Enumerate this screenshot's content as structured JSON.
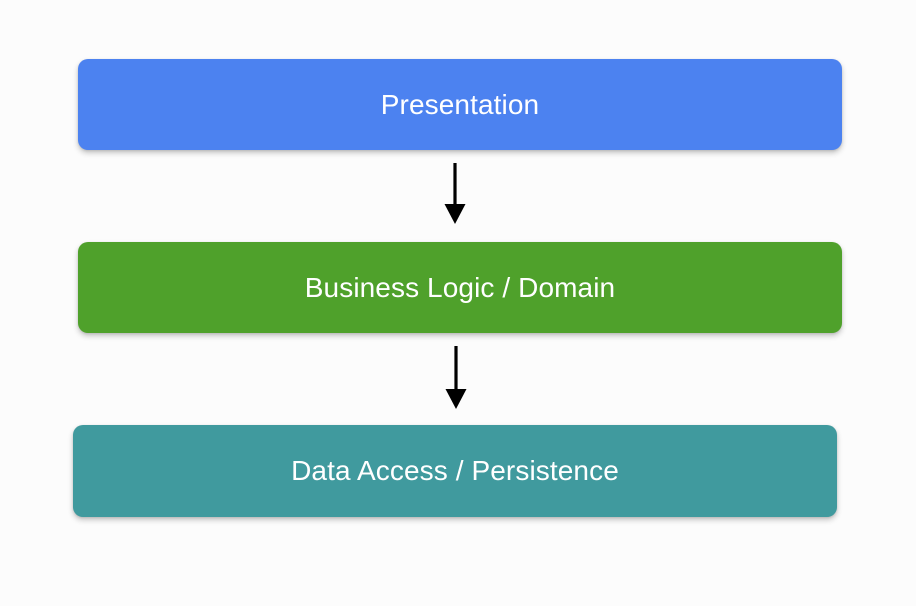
{
  "diagram": {
    "type": "layered-architecture-flow",
    "orientation": "vertical-top-down",
    "background_color": "#fcfcfc",
    "layers": [
      {
        "id": "presentation",
        "label": "Presentation",
        "color": "#4c82f0",
        "text_color": "#ffffff",
        "order": 1
      },
      {
        "id": "business-logic",
        "label": "Business Logic / Domain",
        "color": "#4fa12b",
        "text_color": "#ffffff",
        "order": 2
      },
      {
        "id": "data-access",
        "label": "Data Access / Persistence",
        "color": "#409a9e",
        "text_color": "#ffffff",
        "order": 3
      }
    ],
    "connectors": [
      {
        "id": "arrow-presentation-to-business-logic",
        "from": "presentation",
        "to": "business-logic",
        "style": "solid-arrow-down",
        "color": "#000000"
      },
      {
        "id": "arrow-business-logic-to-data-access",
        "from": "business-logic",
        "to": "data-access",
        "style": "solid-arrow-down",
        "color": "#000000"
      }
    ]
  }
}
